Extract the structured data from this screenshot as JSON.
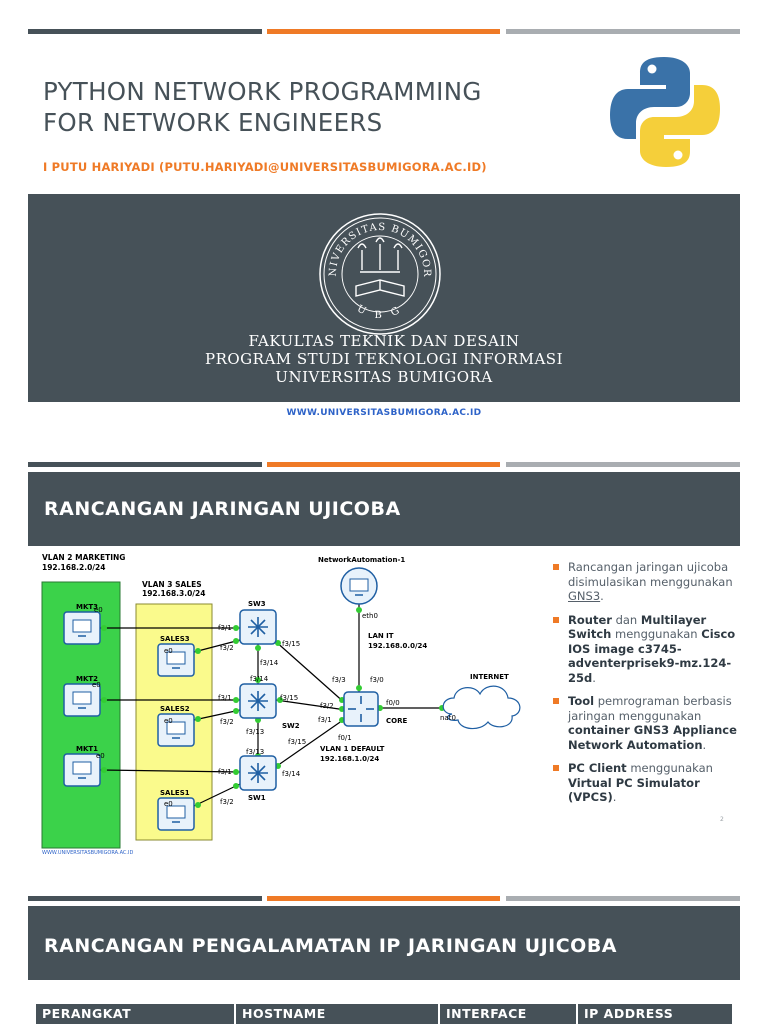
{
  "slide1": {
    "title_line1": "PYTHON NETWORK PROGRAMMING",
    "title_line2": "FOR NETWORK ENGINEERS",
    "author": "I PUTU HARIYADI (PUTU.HARIYADI@UNIVERSITASBUMIGORA.AC.ID)",
    "seal_text_top": "UNIVERSITAS BUMIGORA",
    "seal_text_bottom": "U B G",
    "faculty": "FAKULTAS TEKNIK DAN DESAIN",
    "program": "PROGRAM STUDI TEKNOLOGI INFORMASI",
    "university": "UNIVERSITAS BUMIGORA",
    "website": "WWW.UNIVERSITASBUMIGORA.AC.ID"
  },
  "slide2": {
    "title": "RANCANGAN JARINGAN UJICOBA",
    "diagram": {
      "vlan2": "VLAN 2 MARKETING",
      "vlan2_net": "192.168.2.0/24",
      "vlan3": "VLAN 3 SALES",
      "vlan3_net": "192.168.3.0/24",
      "vlan1": "VLAN 1 DEFAULT",
      "vlan1_net": "192.168.1.0/24",
      "lan_it": "LAN IT",
      "lan_it_net": "192.168.0.0/24",
      "automation": "NetworkAutomation-1",
      "internet": "INTERNET",
      "core": "CORE",
      "sw1": "SW1",
      "sw2": "SW2",
      "sw3": "SW3",
      "mkt1": "MKT1",
      "mkt2": "MKT2",
      "mkt3": "MKT3",
      "sales1": "SALES1",
      "sales2": "SALES2",
      "sales3": "SALES3",
      "e0": "e0",
      "eth0": "eth0",
      "nat0": "nat0",
      "f3_1": "f3/1",
      "f3_2": "f3/2",
      "f3_3": "f3/3",
      "f3_0": "f3/0",
      "f3_13": "f3/13",
      "f3_14": "f3/14",
      "f3_15": "f3/15",
      "f0_0": "f0/0",
      "f0_1": "f0/1",
      "footer": "WWW.UNIVERSITASBUMIGORA.AC.ID"
    },
    "b1_text": "Rancangan jaringan ujicoba disimulasikan menggunakan ",
    "b1_link": "GNS3",
    "b1_end": ".",
    "b2_router": "Router",
    "b2_dan": " dan ",
    "b2_mls": "Multilayer Switch",
    "b2_use": " menggunakan ",
    "b2_ios": "Cisco IOS image c3745-adventerprisek9-mz.124-25d",
    "b2_end": ".",
    "b3_tool": "Tool",
    "b3_text": " pemrograman berbasis jaringan menggunakan ",
    "b3_container": "container GNS3 Appliance Network Automation",
    "b3_end": ".",
    "b4_pc": "PC Client",
    "b4_text": " menggunakan ",
    "b4_vpcs": "Virtual PC Simulator (VPCS)",
    "b4_end": ".",
    "page_number": "2"
  },
  "slide3": {
    "title": "RANCANGAN PENGALAMATAN IP JARINGAN UJICOBA",
    "columns": [
      "PERANGKAT",
      "HOSTNAME",
      "INTERFACE",
      "IP ADDRESS"
    ]
  },
  "colors": {
    "dark": "#465158",
    "orange": "#ef7a26",
    "gray": "#a9adb1",
    "link": "#2e63c8"
  }
}
